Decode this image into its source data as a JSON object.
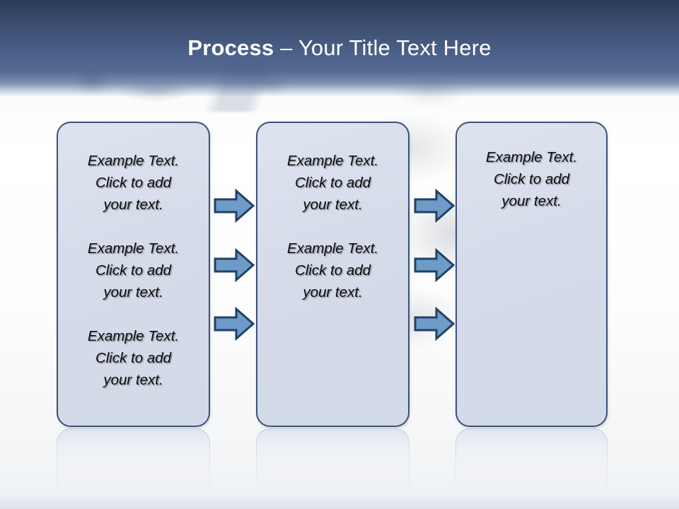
{
  "slide": {
    "title_strong": "Process",
    "title_rest": " – Your Title Text Here",
    "title_full": "Process – Your Title Text Here"
  },
  "theme": {
    "header_top_color": "#2b3a56",
    "header_mid_color": "#4b6089",
    "header_fade_color": "#f2f4f8",
    "box_fill_color": "#d6dcea",
    "box_border_color": "#3c5277",
    "arrow_fill_color": "#6e9bc8",
    "arrow_border_color": "#1f4266",
    "title_text_color": "#ffffff",
    "body_text_color": "#0c0c0c"
  },
  "boxes": [
    {
      "name": "process-box-1",
      "paragraphs": [
        "Example Text.\nClick  to add\nyour text.",
        "Example Text.\nClick  to add\nyour text.",
        "Example Text.\nClick  to add\nyour text."
      ]
    },
    {
      "name": "process-box-2",
      "paragraphs": [
        "Example Text.\nClick  to add\nyour text.",
        "Example Text.\nClick  to add\nyour text."
      ]
    },
    {
      "name": "process-box-3",
      "paragraphs": [
        "Example Text.\nClick  to add\nyour text."
      ]
    }
  ],
  "arrows": {
    "column_1": [
      "arrow-1-1",
      "arrow-1-2",
      "arrow-1-3"
    ],
    "column_2": [
      "arrow-2-1",
      "arrow-2-2",
      "arrow-2-3"
    ]
  }
}
